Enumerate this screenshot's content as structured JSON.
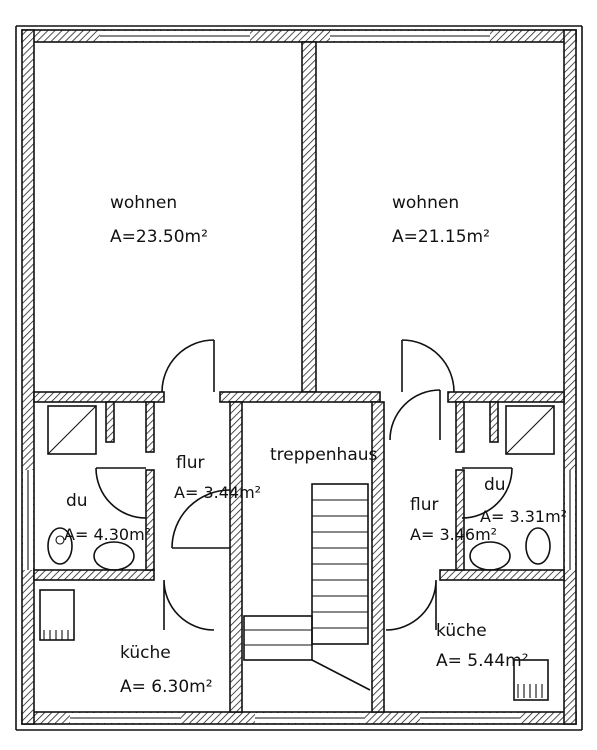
{
  "plan": {
    "rooms": [
      {
        "id": "wohnen-left",
        "name": "wohnen",
        "area": "A=23.50m²"
      },
      {
        "id": "wohnen-right",
        "name": "wohnen",
        "area": "A=21.15m²"
      },
      {
        "id": "flur-left",
        "name": "flur",
        "area": "A= 3.44m²"
      },
      {
        "id": "flur-right",
        "name": "flur",
        "area": "A= 3.46m²"
      },
      {
        "id": "treppenhaus",
        "name": "treppenhaus",
        "area": ""
      },
      {
        "id": "du-left",
        "name": "du",
        "area": "A= 4.30m²"
      },
      {
        "id": "du-right",
        "name": "du",
        "area": "A= 3.31m²"
      },
      {
        "id": "kueche-left",
        "name": "küche",
        "area": "A= 6.30m²"
      },
      {
        "id": "kueche-right",
        "name": "küche",
        "area": "A= 5.44m²"
      }
    ]
  }
}
